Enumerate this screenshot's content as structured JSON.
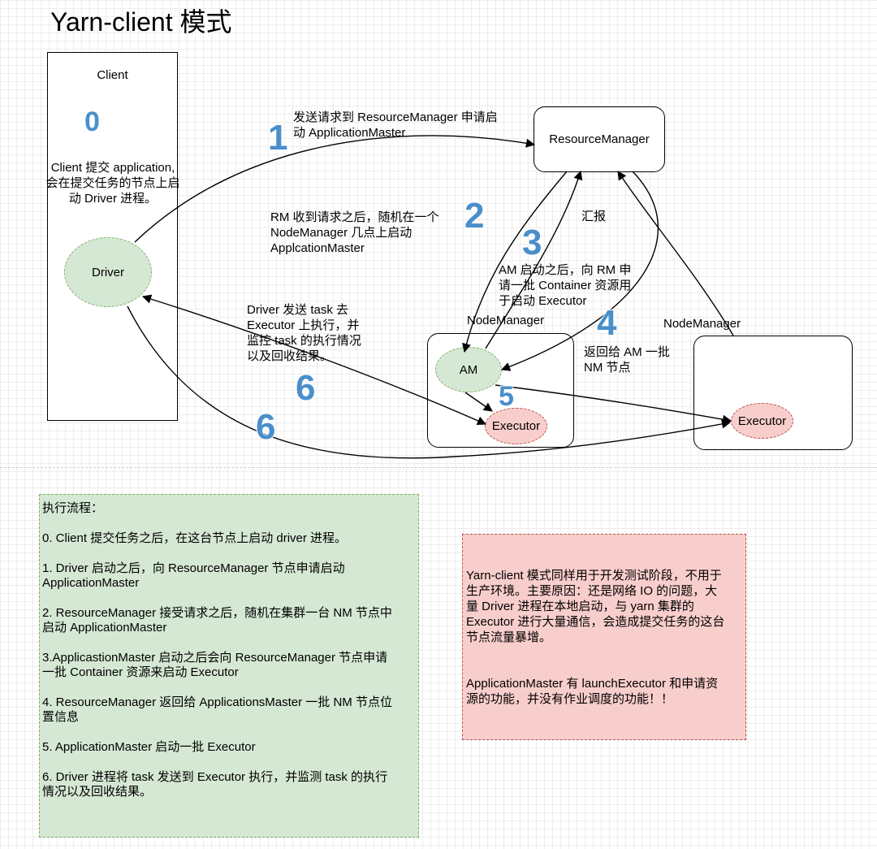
{
  "title": "Yarn-client 模式",
  "client": {
    "label": "Client",
    "desc": [
      "Client 提交 application,",
      "会在提交任务的节点上启",
      "动 Driver 进程。"
    ]
  },
  "driver": "Driver",
  "resource_manager": "ResourceManager",
  "node_manager_1": "NodeManager",
  "node_manager_2": "NodeManager",
  "am": "AM",
  "executor_1": "Executor",
  "executor_2": "Executor",
  "steps": {
    "s0": "0",
    "s1": "1",
    "s2": "2",
    "s3": "3",
    "s4": "4",
    "s5": "5",
    "s6a": "6",
    "s6b": "6"
  },
  "labels": {
    "l1": [
      "发送请求到 ResourceManager 申请启",
      "动 ApplicationMaster"
    ],
    "l2": [
      "RM 收到请求之后，随机在一个",
      "NodeManager 几点上启动",
      "ApplcationMaster"
    ],
    "report": "汇报",
    "l3": [
      "AM 启动之后，向 RM 申",
      "请一批 Container 资源用",
      "于启动 Executor"
    ],
    "l4": [
      "返回给 AM 一批",
      "NM 节点"
    ],
    "l6": [
      "Driver  发送 task 去",
      "Executor 上执行，并",
      "监控 task 的执行情况",
      "以及回收结果。"
    ]
  },
  "flow_notes": [
    "执行流程：",
    "0. Client 提交任务之后，在这台节点上启动 driver 进程。",
    "1. Driver 启动之后，向 ResourceManager 节点申请启动\nApplicationMaster",
    "2. ResourceManager 接受请求之后，随机在集群一台 NM 节点中\n启动 ApplicationMaster",
    "3.ApplicastionMaster 启动之后会向  ResourceManager 节点申请\n一批 Container 资源来启动 Executor",
    "4. ResourceManager 返回给 ApplicationsMaster 一批 NM 节点位\n置信息",
    "5. ApplicationMaster 启动一批 Executor",
    "6. Driver 进程将 task 发送到 Executor  执行，并监测 task 的执行\n情况以及回收结果。"
  ],
  "side_notes": [
    "Yarn-client 模式同样用于开发测试阶段，不用于",
    "生产环境。主要原因：还是网络 IO 的问题，大",
    "量 Driver 进程在本地启动，与 yarn 集群的",
    "Executor 进行大量通信，会造成提交任务的这台",
    "节点流量暴增。",
    "",
    "",
    "ApplicationMaster 有 launchExecutor 和申请资",
    "源的功能，并没有作业调度的功能！！"
  ]
}
